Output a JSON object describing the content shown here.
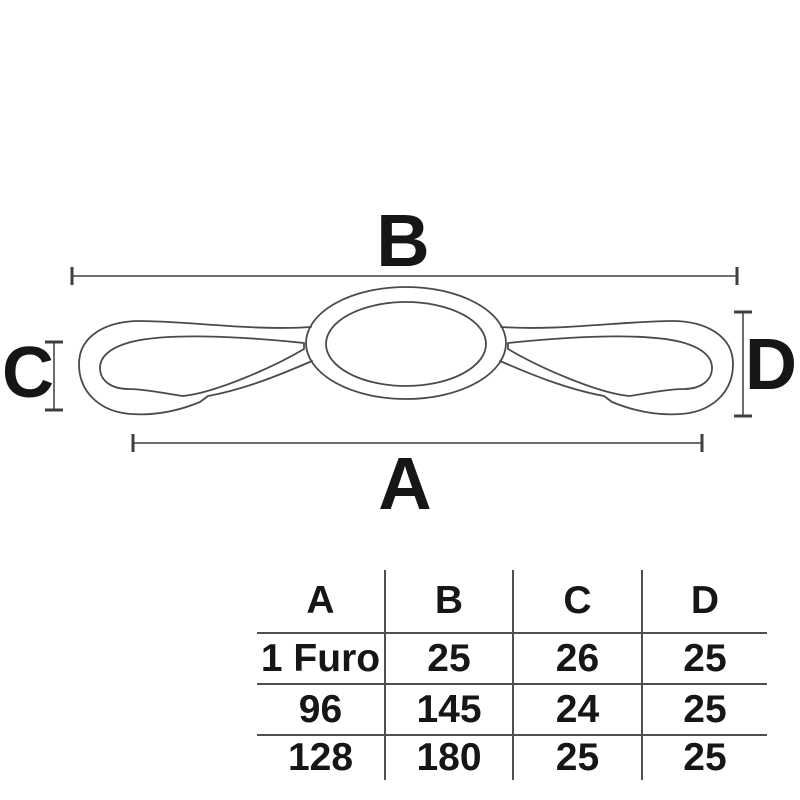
{
  "diagram": {
    "label_top": "B",
    "label_bottom": "A",
    "label_left": "C",
    "label_right": "D"
  },
  "table": {
    "headers": [
      "A",
      "B",
      "C",
      "D"
    ],
    "rows": [
      [
        "1 Furo",
        "25",
        "26",
        "25"
      ],
      [
        "96",
        "145",
        "24",
        "25"
      ],
      [
        "128",
        "180",
        "25",
        "25"
      ]
    ]
  },
  "colors": {
    "background": "#ffffff",
    "drawing-line": "#4a4a4a",
    "dimension-line": "#6e6e6e",
    "tick-line": "#3f3f3f",
    "table-line": "#4f4f4f",
    "label-text": "#161616"
  }
}
